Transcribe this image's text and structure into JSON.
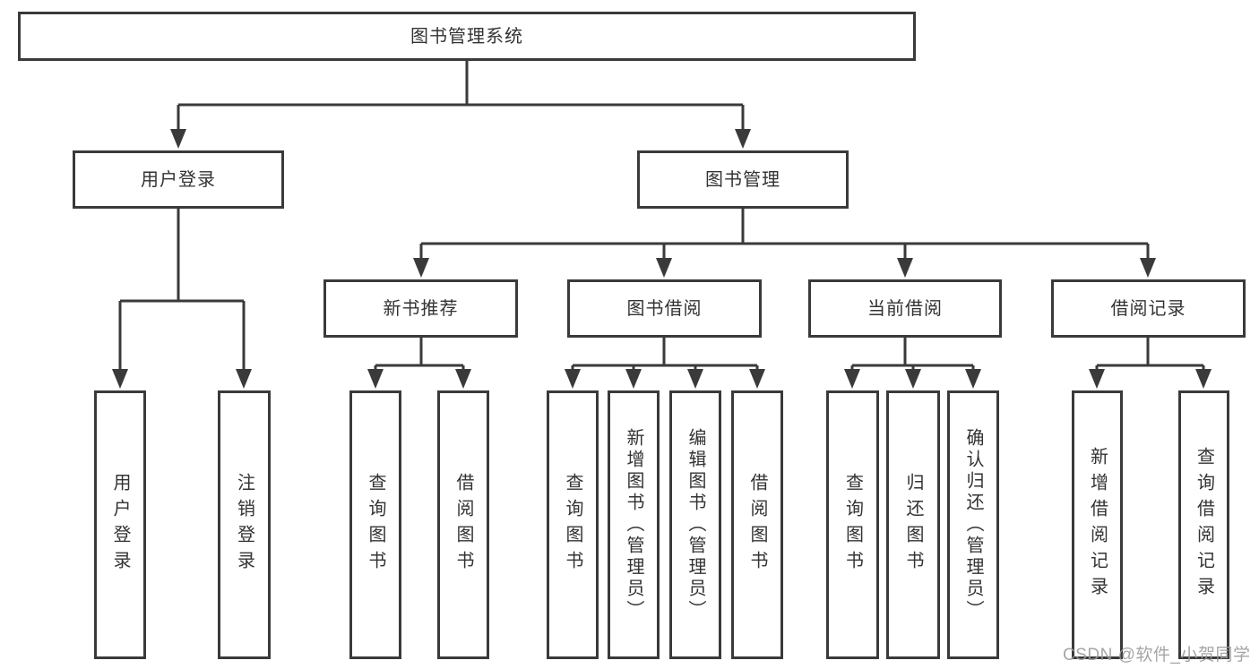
{
  "diagram": {
    "root": {
      "label": "图书管理系统"
    },
    "level1": [
      {
        "label": "用户登录"
      },
      {
        "label": "图书管理"
      }
    ],
    "level2": [
      {
        "label": "新书推荐"
      },
      {
        "label": "图书借阅"
      },
      {
        "label": "当前借阅"
      },
      {
        "label": "借阅记录"
      }
    ],
    "leaves": [
      {
        "label": "用户登录"
      },
      {
        "label": "注销登录"
      },
      {
        "label": "查询图书"
      },
      {
        "label": "借阅图书"
      },
      {
        "label": "查询图书"
      },
      {
        "label": "新增图书（管理员）"
      },
      {
        "label": "编辑图书（管理员）"
      },
      {
        "label": "借阅图书"
      },
      {
        "label": "查询图书"
      },
      {
        "label": "归还图书"
      },
      {
        "label": "确认归还（管理员）"
      },
      {
        "label": "新增借阅记录"
      },
      {
        "label": "查询借阅记录"
      }
    ],
    "watermark": {
      "text": "CSDN @软件_小贺同学",
      "color": "#9c9c9c"
    },
    "colors": {
      "line": "#3a3a3a",
      "text": "#333333",
      "background": "#ffffff"
    }
  }
}
